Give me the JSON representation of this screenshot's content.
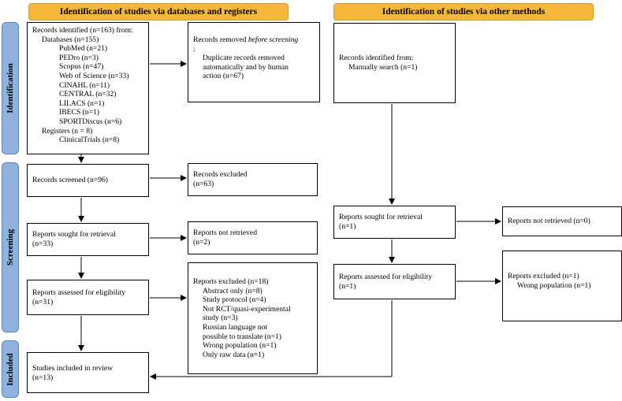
{
  "headers": {
    "left": "Identification of studies via databases and registers",
    "right": "Identification of studies via other methods"
  },
  "phases": {
    "identification": "Identification",
    "screening": "Screening",
    "included": "Included"
  },
  "boxes": {
    "records_identified": {
      "title": "Records identified (n=163) from:",
      "databases_label": "Databases (n=155)",
      "databases": [
        "PubMed (n=21)",
        "PEDro (n=3)",
        "Scopus (n=47)",
        "Web of Science (n=33)",
        "CINAHL (n=11)",
        "CENTRAL (n=32)",
        "LILACS (n=1)",
        "IBECS (n=1)",
        "SPORTDiscus (n=6)"
      ],
      "registers_label": "Registers (n = 8)",
      "registers": [
        "ClinicalTrials (n=8)"
      ]
    },
    "records_removed": {
      "prefix": "Records removed ",
      "emph": "before screening",
      "suffix": ":",
      "detail": [
        "Duplicate records removed",
        "automatically and by human",
        "action (n=67)"
      ]
    },
    "records_screened": [
      "Records screened (n=96)"
    ],
    "records_excluded": [
      "Records excluded",
      "(n=63)"
    ],
    "reports_sought": [
      "Reports sought for retrieval",
      "(n=33)"
    ],
    "reports_not_retrieved": [
      "Reports not retrieved",
      "(n=2)"
    ],
    "reports_assessed": [
      "Reports assessed for eligibility",
      "(n=31)"
    ],
    "reports_excluded": {
      "title": "Reports excluded (n=18)",
      "items": [
        "Abstract only (n=8)",
        "Study protocol (n=4)",
        "Not RCT/quasi-experimental",
        "study (n=3)",
        "Russian language not",
        "possible to translate (n=1)",
        "Wrong population (n=1)",
        "Only raw data (n=1)"
      ]
    },
    "studies_included": [
      "Studies included in review",
      "(n=13)"
    ],
    "other_identified": {
      "title": "Records identified from:",
      "item": "Manually search (n=1)"
    },
    "other_sought": [
      "Reports sought for retrieval",
      "(n=1)"
    ],
    "other_not_retrieved": [
      "Reports not retrieved (n=0)"
    ],
    "other_assessed": [
      "Reports assessed for eligibility",
      "(n=1)"
    ],
    "other_excluded": {
      "title": "Reports excluded (n=1)",
      "item": "Wrong population (n=1)"
    }
  }
}
